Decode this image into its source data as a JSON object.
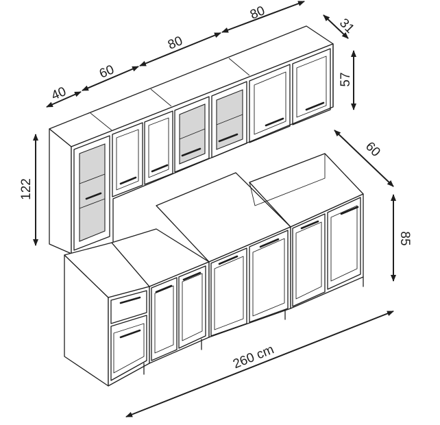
{
  "dimensions": {
    "upper_widths": [
      "40",
      "60",
      "80",
      "80"
    ],
    "upper_depth": "31",
    "upper_height": "57",
    "tall_height": "122",
    "base_depth": "60",
    "base_height": "85",
    "total_width": "260 cm"
  },
  "colors": {
    "line": "#1e1e1e",
    "glass": "#d6d6d6",
    "background": "#ffffff"
  }
}
